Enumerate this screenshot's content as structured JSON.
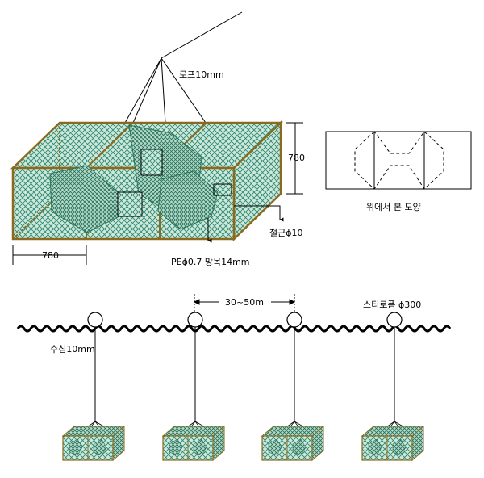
{
  "labels": {
    "rope": "로프10mm",
    "height_dim": "780",
    "width_dim": "780",
    "rebar": "철근ϕ10",
    "netting": "PEϕ0.7 망목14mm",
    "top_view_caption": "위에서 본 모양",
    "spacing": "30~50m",
    "float": "스티로폼 ϕ300",
    "depth_line": "수심10mm"
  },
  "colors": {
    "net": "#2e8a6a",
    "net_fill": "#cfe8df",
    "frame": "#8a6a1e",
    "line": "#000000"
  },
  "icons": {
    "float": "float-buoy-icon",
    "water": "water-surface-wave-icon",
    "trap": "net-trap-icon"
  }
}
